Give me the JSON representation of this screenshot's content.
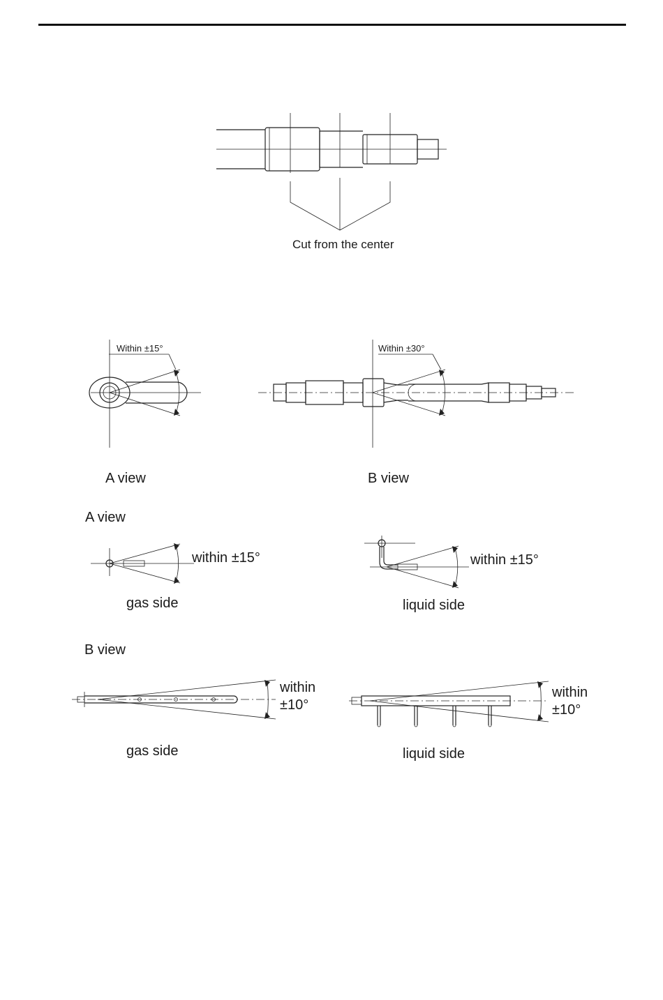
{
  "figures": {
    "cut": {
      "caption": "Cut from the center"
    },
    "views_top": {
      "a_angle": "Within ±15°",
      "b_angle": "Within ±30°",
      "a_caption": "A view",
      "b_caption": "B view"
    },
    "a_view": {
      "heading": "A view",
      "gas_angle": "within ±15°",
      "gas_caption": "gas side",
      "liquid_angle": "within ±15°",
      "liquid_caption": "liquid side"
    },
    "b_view": {
      "heading": "B view",
      "gas_angle_line1": "within",
      "gas_angle_line2": "±10°",
      "gas_caption": "gas side",
      "liquid_angle_line1": "within",
      "liquid_angle_line2": "±10°",
      "liquid_caption": "liquid side"
    }
  }
}
